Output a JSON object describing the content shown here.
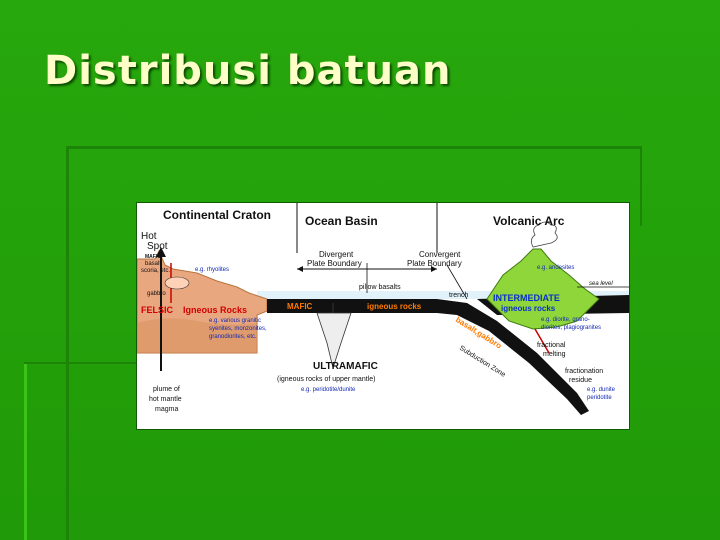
{
  "slide": {
    "title": "Distribusi batuan"
  },
  "figure": {
    "headings": {
      "continental_craton": "Continental Craton",
      "ocean_basin": "Ocean Basin",
      "volcanic_arc": "Volcanic Arc"
    },
    "labels": {
      "hot_spot_1": "Hot",
      "hot_spot_2": "Spot",
      "mafic_small": "MAFIC",
      "basalt": "basalt",
      "scoria": "scoria, etc.",
      "eg_rhyolites": "e.g. rhyolites",
      "gabbro": "gabbro",
      "felsic": "FELSIC",
      "igneous_rocks_felsic": "Igneous Rocks",
      "felsic_eg_1": "e.g. various granitic",
      "felsic_eg_2": "syenites, monzonites,",
      "felsic_eg_3": "granodiorites, etc.",
      "divergent_1": "Divergent",
      "divergent_2": "Plate Boundary",
      "convergent_1": "Convergent",
      "convergent_2": "Plate Boundary",
      "pillow_basalts": "pillow basalts",
      "mafic_band": "MAFIC",
      "igneous_rocks_band": "igneous rocks",
      "trench": "trench",
      "basalt_gabbro": "basalt,gabbro",
      "subduction_zone": "Subduction Zone",
      "eg_andesites": "e.g. andesites",
      "sea_level": "sea level",
      "intermediate": "INTERMEDIATE",
      "igneous_rocks_intermediate": "igneous rocks",
      "intermediate_eg_1": "e.g. diorite, grano-",
      "intermediate_eg_2": "diorites, plagiogranites",
      "fractional_1": "fractional",
      "fractional_2": "melting",
      "fractionation_1": "fractionation",
      "fractionation_2": "residue",
      "fractionation_3": "e.g. dunite",
      "fractionation_4": "peridotite",
      "ultramafic": "ULTRAMAFIC",
      "ultramafic_desc": "(igneous rocks of upper mantle)",
      "ultramafic_eg": "e.g. peridotite/dunite",
      "plume_1": "plume of",
      "plume_2": "hot mantle",
      "plume_3": "magma"
    },
    "colors": {
      "continent": "#e9a77f",
      "continent_dark": "#c98256",
      "crust_band": "#111111",
      "volcano": "#8ed63a",
      "felsic_text": "#d10000",
      "example_text": "#1428b4",
      "intermediate_text": "#0a2fd0",
      "water": "#cfeaf7"
    }
  }
}
